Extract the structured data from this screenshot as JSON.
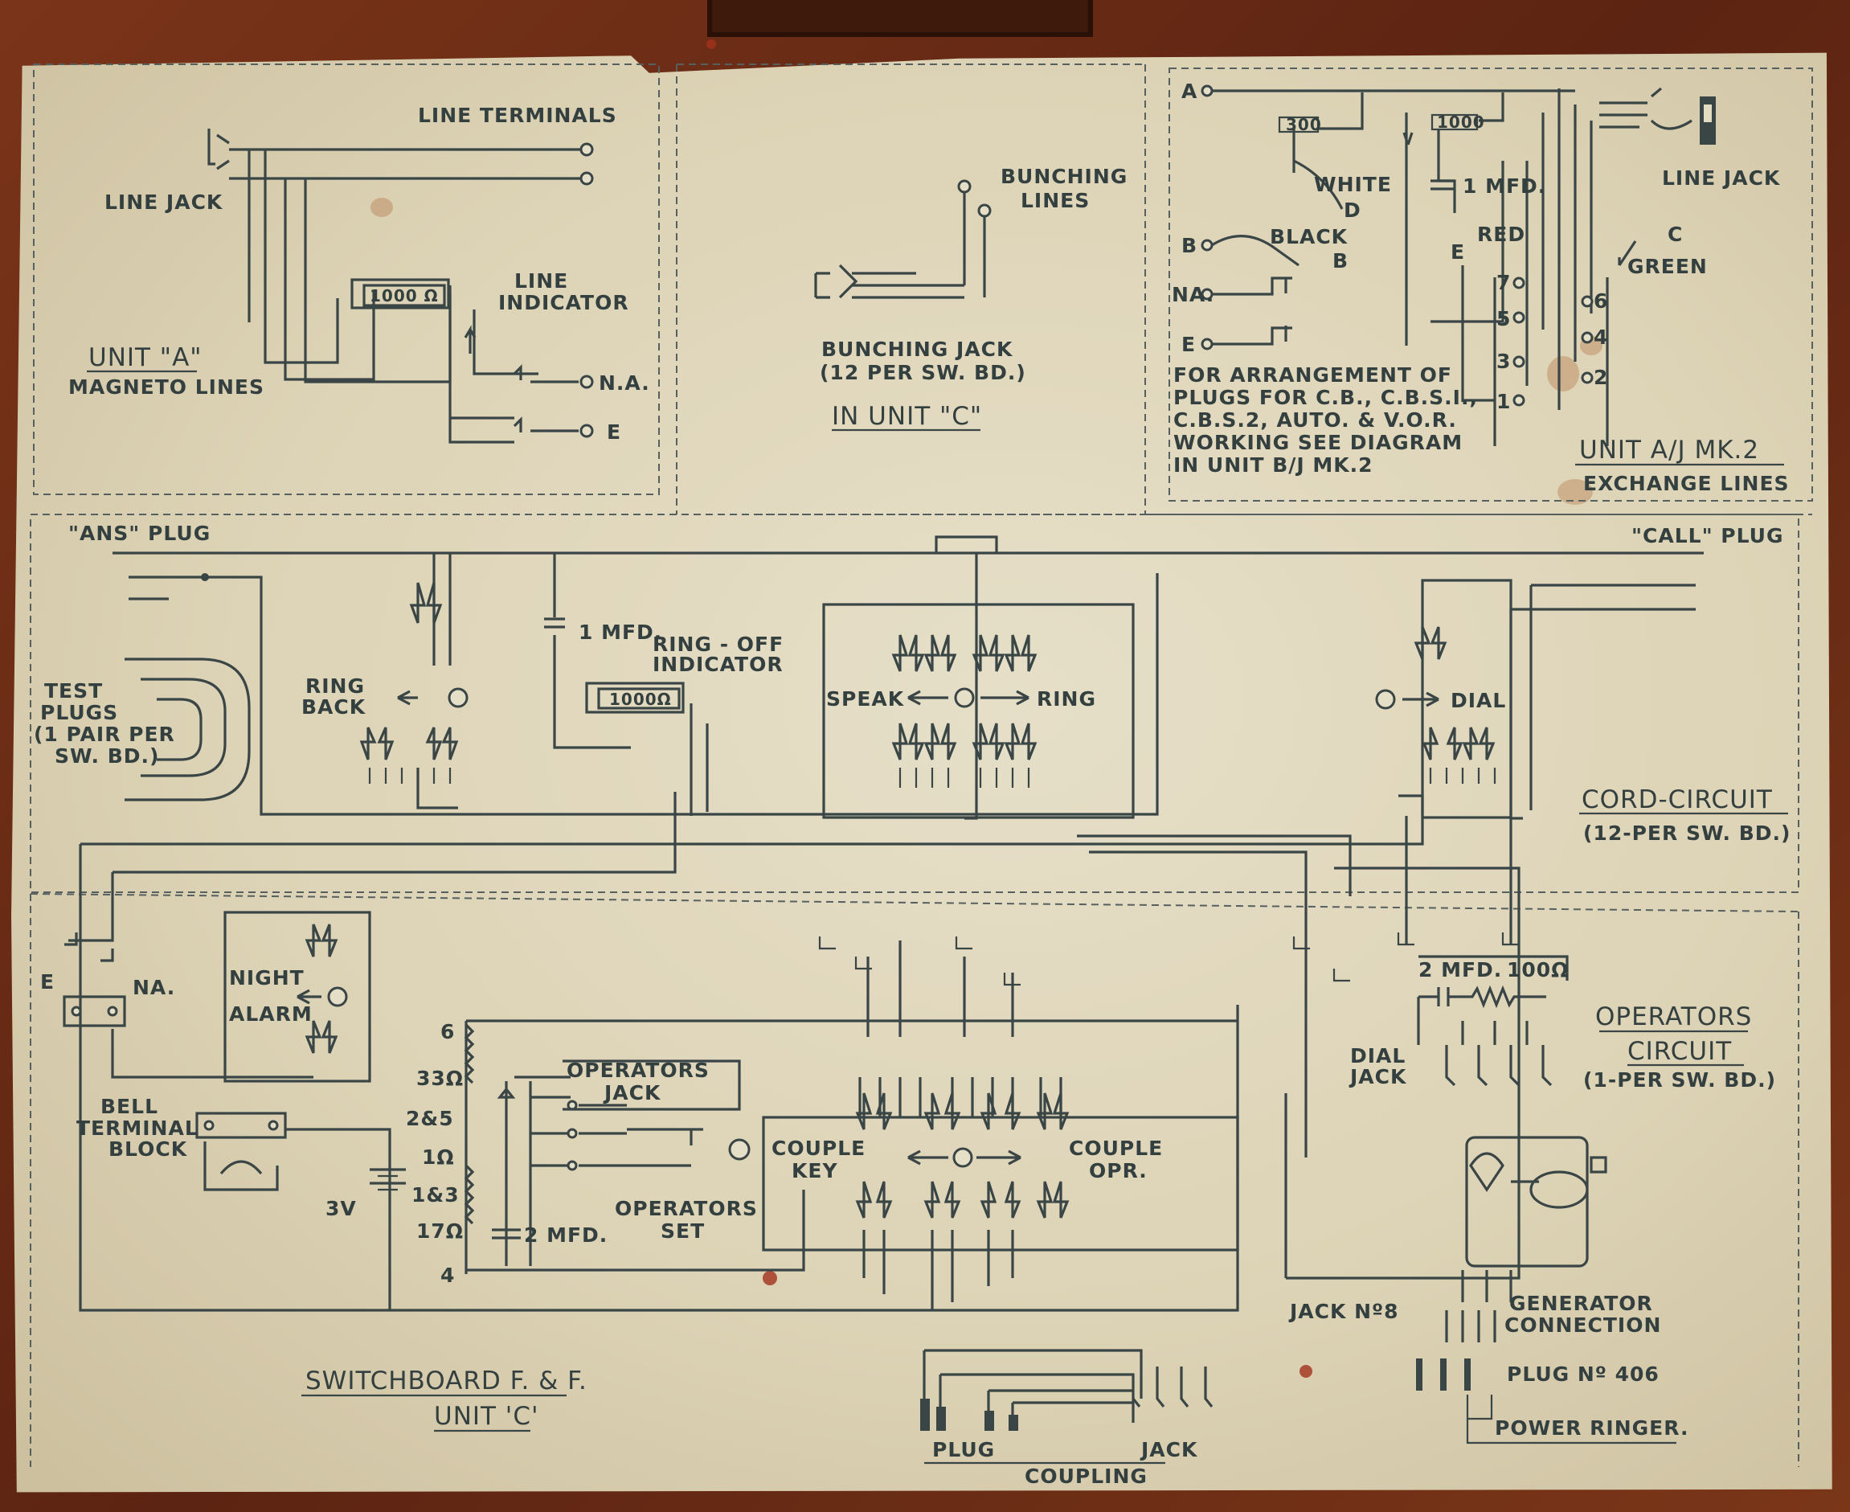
{
  "labels": {
    "line_terminals": "LINE TERMINALS",
    "line_jack_a": "LINE JACK",
    "res_1000_a": "1000 Ω",
    "line_indicator_1": "LINE",
    "line_indicator_2": "INDICATOR",
    "unit_a_title": "UNIT \"A\"",
    "unit_a_sub": "MAGNETO LINES",
    "na_a": "N.A.",
    "e_a": "E",
    "bunching_lines_1": "BUNCHING",
    "bunching_lines_2": "LINES",
    "bunching_jack_1": "BUNCHING JACK",
    "bunching_jack_2": "(12 PER SW. BD.)",
    "in_unit_c": "IN UNIT \"C\"",
    "aj_a": "A",
    "aj_b": "B",
    "aj_na": "NA.",
    "aj_e": "E",
    "res_300": "300",
    "res_1000_aj": "1000",
    "cap_1mfd_aj": "1 MFD.",
    "white": "WHITE",
    "d": "D",
    "black": "BLACK",
    "b2": "B",
    "red": "RED",
    "e2": "E",
    "c": "C",
    "green": "GREEN",
    "line_jack_aj": "LINE JACK",
    "pin7": "7",
    "pin5": "5",
    "pin3": "3",
    "pin1": "1",
    "pin6": "6",
    "pin4": "4",
    "pin2": "2",
    "arrangement_1": "FOR ARRANGEMENT OF",
    "arrangement_2": "PLUGS FOR C.B., C.B.S.I.,",
    "arrangement_3": "C.B.S.2, AUTO. & V.O.R.",
    "arrangement_4": "WORKING SEE DIAGRAM",
    "arrangement_5": "IN UNIT B/J MK.2",
    "unit_aj_title": "UNIT A/J MK.2",
    "unit_aj_sub": "EXCHANGE LINES",
    "ans_plug": "\"ANS\" PLUG",
    "call_plug": "\"CALL\" PLUG",
    "test_plugs_1": "TEST",
    "test_plugs_2": "PLUGS",
    "test_plugs_3": "(1 PAIR PER",
    "test_plugs_4": "SW. BD.)",
    "ring_back_1": "RING",
    "ring_back_2": "BACK",
    "cap_1mfd_cord": "1 MFD.",
    "ring_off_1": "RING - OFF",
    "ring_off_2": "INDICATOR",
    "res_1000_cord": "1000Ω",
    "speak": "SPEAK",
    "ring": "RING",
    "dial": "DIAL",
    "cord_circuit_title": "CORD-CIRCUIT",
    "cord_circuit_sub": "(12-PER SW. BD.)",
    "e_op": "E",
    "na_op": "NA.",
    "night": "NIGHT",
    "alarm": "ALARM",
    "bell_1": "BELL",
    "bell_2": "TERMINAL",
    "bell_3": "BLOCK",
    "t6": "6",
    "t33": "33Ω",
    "t25": "2&5",
    "t1": "1Ω",
    "t13": "1&3",
    "t17": "17Ω",
    "t4": "4",
    "batt_3v": "3V",
    "cap_2mfd_op": "2 MFD.",
    "op_jack_1": "OPERATORS",
    "op_jack_2": "JACK",
    "op_set_1": "OPERATORS",
    "op_set_2": "SET",
    "couple_key_1": "COUPLE",
    "couple_key_2": "KEY",
    "couple_opr_1": "COUPLE",
    "couple_opr_2": "OPR.",
    "cap_2mfd_dial": "2 MFD.",
    "res_100": "100Ω",
    "dial_jack_1": "DIAL",
    "dial_jack_2": "JACK",
    "op_circuit_1": "OPERATORS",
    "op_circuit_2": "CIRCUIT",
    "op_circuit_3": "(1-PER SW. BD.)",
    "jack_no8": "JACK Nº8",
    "gen_1": "GENERATOR",
    "gen_2": "CONNECTION",
    "plug_no406": "PLUG Nº 406",
    "power_ringer": "POWER RINGER.",
    "plug": "PLUG",
    "jack": "JACK",
    "coupling": "COUPLING",
    "switchboard_1": "SWITCHBOARD F. & F.",
    "switchboard_2": "UNIT 'C'"
  }
}
